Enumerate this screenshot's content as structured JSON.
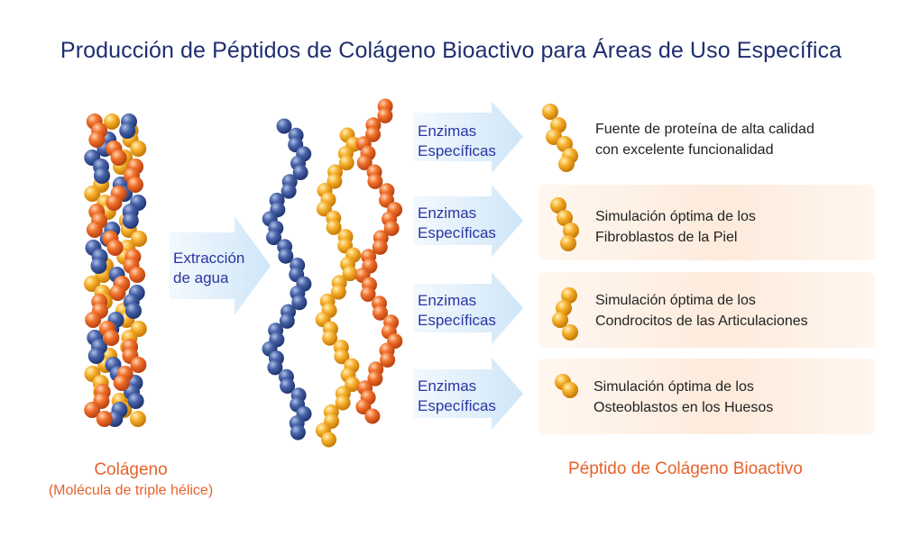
{
  "title": "Producción de Péptidos de Colágeno Bioactivo para Áreas de Uso Específica",
  "extraction": {
    "line1": "Extracción",
    "line2": "de agua"
  },
  "enzymes": {
    "line1": "Enzimas",
    "line2": "Específicas"
  },
  "outcomes": [
    {
      "line1": "Fuente de proteína de alta calidad",
      "line2": "con excelente funcionalidad"
    },
    {
      "line1": "Simulación óptima de los",
      "line2": "Fibroblastos de la Piel"
    },
    {
      "line1": "Simulación óptima de los",
      "line2": "Condrocitos de las Articulaciones"
    },
    {
      "line1": "Simulación óptima de los",
      "line2": "Osteoblastos en los Huesos"
    }
  ],
  "collagen": {
    "label": "Colágeno",
    "sublabel": "(Molécula de triple hélice)"
  },
  "peptide_label": "Péptido de Colágeno Bioactivo",
  "colors": {
    "blue_bead": "#3d5a9c",
    "orange_bead": "#ef6f24",
    "yellow_bead": "#f6ad2c",
    "arrow": "#d6ebfa"
  }
}
